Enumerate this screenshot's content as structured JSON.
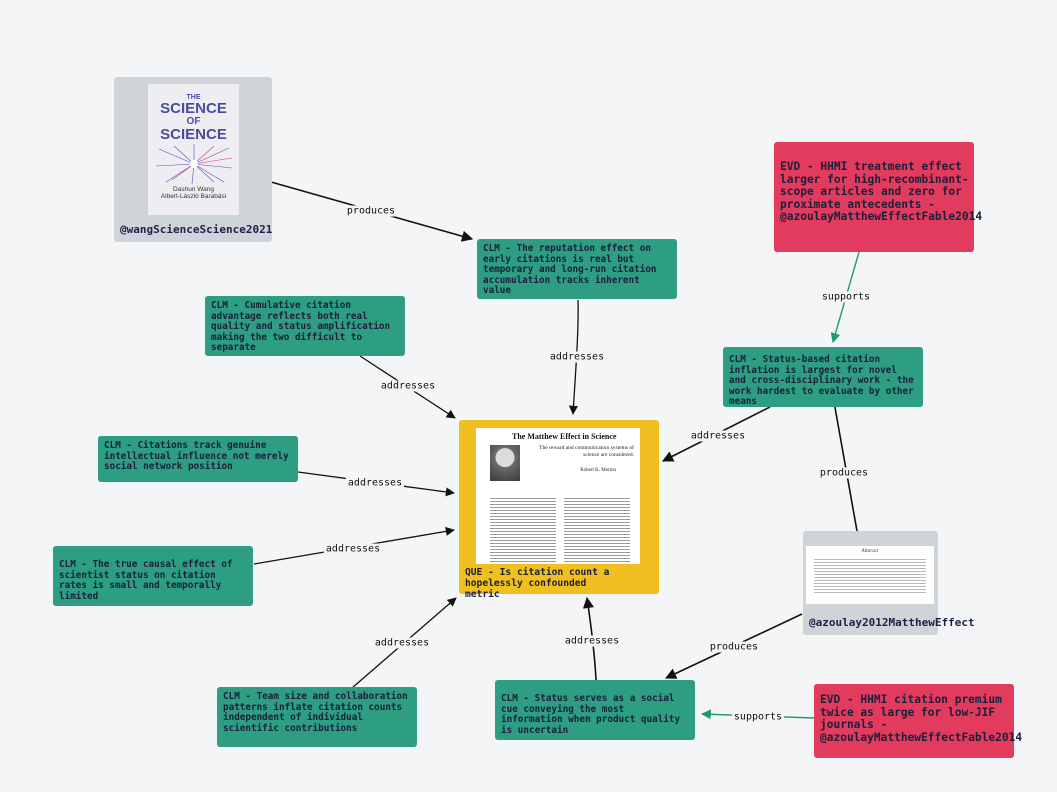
{
  "edge_labels": {
    "produces": "produces",
    "addresses": "addresses",
    "supports": "supports"
  },
  "sources": {
    "wang": {
      "handle": "@wangScienceScience2021",
      "book_title_1": "THE",
      "book_title_2": "SCIENCE",
      "book_title_3": "OF",
      "book_title_4": "SCIENCE",
      "author_1": "Dashun Wang",
      "author_2": "Albert-László Barabási"
    },
    "azoulay": {
      "handle": "@azoulay2012MatthewEffect",
      "doc_heading": "Abstract"
    }
  },
  "question": {
    "text": "QUE - Is citation count a hopelessly confounded metric",
    "paper_title": "The Matthew Effect in Science",
    "paper_subtitle": "The reward and communication systems of science are considered.",
    "paper_author": "Robert K. Merton"
  },
  "claims": {
    "reputation": "CLM - The reputation effect on early citations is real but temporary and long-run citation accumulation tracks inherent value",
    "cumulative": "CLM - Cumulative citation advantage reflects both real quality and status amplification making the two difficult to separate",
    "genuine": "CLM - Citations track genuine intellectual influence not merely social network position",
    "causal": "CLM - The true causal effect of scientist status on citation rates is small and temporally limited",
    "teamsize": "CLM - Team size and collaboration patterns inflate citation counts independent of individual scientific contributions",
    "statuscue": "CLM - Status serves as a social cue conveying the most information when product quality is uncertain",
    "novel": "CLM - Status-based citation inflation is largest for novel and cross-disciplinary work - the work hardest to evaluate by other means"
  },
  "evidence": {
    "hhmi_treatment": "EVD - HHMI treatment effect\nlarger for high-recombinant-\nscope articles and zero for\nproximate antecedents -\n@azoulayMatthewEffectFable2014",
    "hhmi_premium": "EVD - HHMI citation premium\ntwice as large for low-JIF\njournals -\n@azoulayMatthewEffectFable2014"
  },
  "colors": {
    "claim": "#2e9e82",
    "evidence": "#e33b5e",
    "question": "#f0c020",
    "source": "#cfd4d8",
    "supports_edge": "#1e9a6e",
    "edge": "#111111"
  }
}
